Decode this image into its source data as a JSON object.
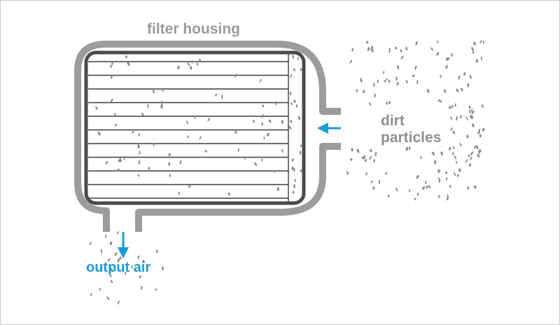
{
  "labels": {
    "filter_housing": "filter housing",
    "dirt_line1": "dirt",
    "dirt_line2": "particles",
    "output_air": "output air"
  },
  "colors": {
    "housing": "#9c9c9c",
    "filter_frame": "#4a4a4a",
    "pleats": "#3c3c3c",
    "particles": "#8a8a8a",
    "arrow": "#1a9ad8",
    "label_gray": "#9a9a9a",
    "label_blue": "#1a9ad8",
    "border": "#c8c8c8"
  },
  "icons": {
    "inflow_arrow": "arrow-left",
    "outflow_arrow": "arrow-down"
  }
}
